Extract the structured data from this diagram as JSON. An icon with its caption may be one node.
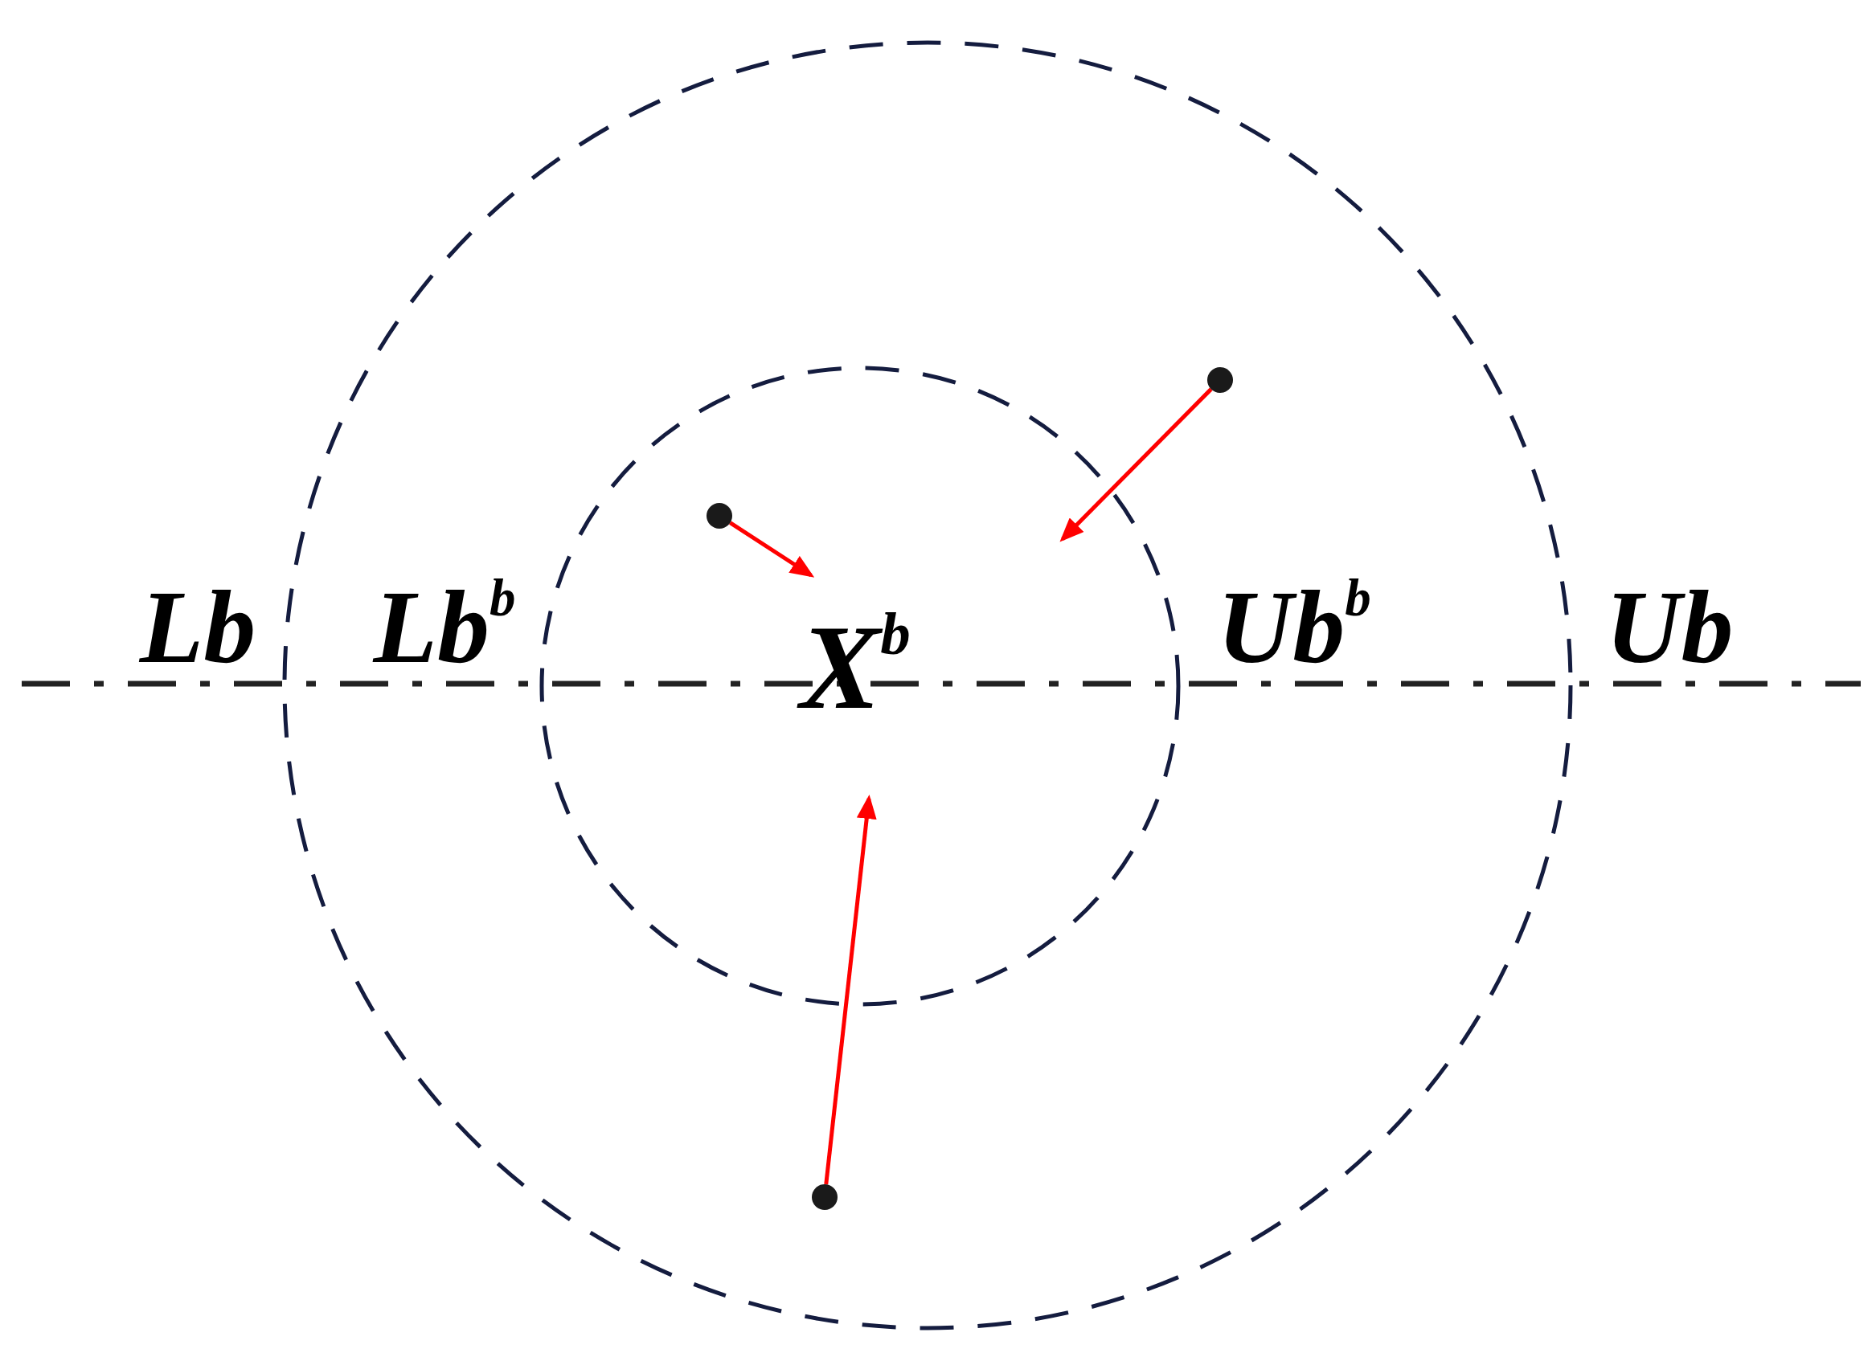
{
  "diagram": {
    "nodes": [
      {
        "text": [],
        "shape": "circle"
      },
      {
        "text": [],
        "shape": "circle"
      },
      {
        "text": [],
        "shape": "circle"
      }
    ],
    "edges": [
      {
        "from": 0,
        "to": null,
        "arrow": "to"
      },
      {
        "from": 1,
        "to": null,
        "arrow": "to"
      },
      {
        "from": 2,
        "to": null,
        "arrow": "to"
      }
    ],
    "labels": [
      "Lb",
      "Lb$^{b}$",
      "X$^{b}$",
      "Ub$^{b}$",
      "Ub"
    ]
  }
}
